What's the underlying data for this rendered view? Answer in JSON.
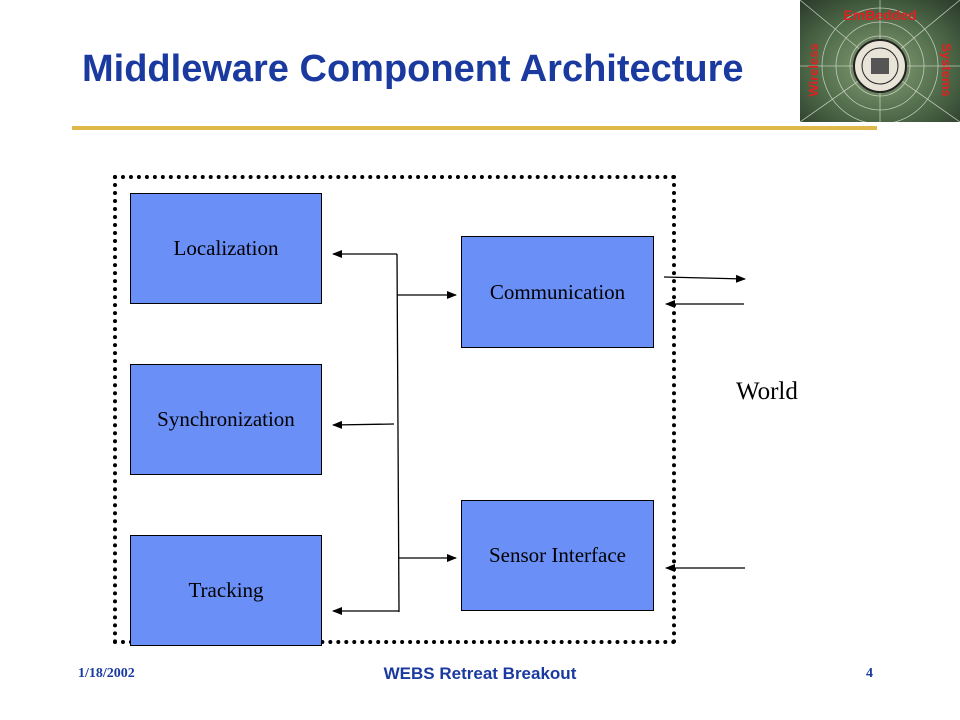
{
  "slide": {
    "title": "Middleware Component Architecture",
    "logo": {
      "top_text": "EmBedded",
      "left_text": "Wireless",
      "right_text": "Systems"
    }
  },
  "diagram": {
    "left_modules": [
      "Localization",
      "Synchronization",
      "Tracking"
    ],
    "right_modules": [
      "Communication",
      "Sensor Interface"
    ],
    "external": "World",
    "colors": {
      "box_fill": "#6a8ff7",
      "title": "#1a3aa0",
      "rule": "#e0b84a"
    }
  },
  "footer": {
    "date": "1/18/2002",
    "center": "WEBS Retreat Breakout",
    "page": "4"
  }
}
